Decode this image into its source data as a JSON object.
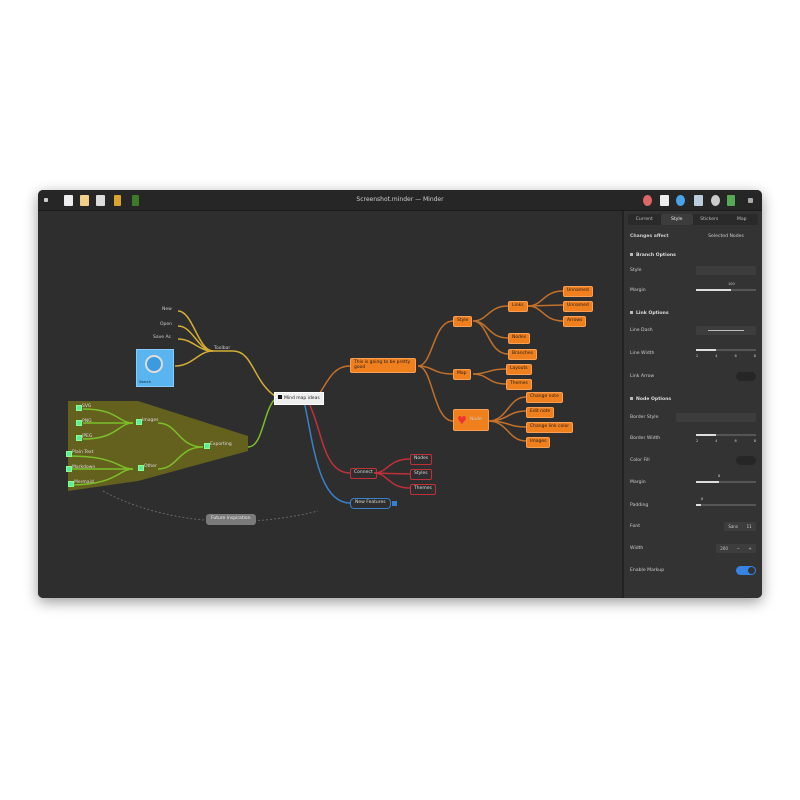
{
  "window": {
    "title": "Screenshot.minder — Minder"
  },
  "toolbar": {
    "icons": [
      "menu-icon",
      "new-file-icon",
      "open-folder-icon",
      "save-icon",
      "undo-icon",
      "redo-icon"
    ],
    "right_icons": [
      "record-icon",
      "stop-icon",
      "search-icon",
      "sidebar-icon",
      "settings-icon",
      "properties-icon",
      "fullscreen-icon"
    ]
  },
  "sidebar": {
    "tabs": [
      "Current",
      "Style",
      "Stickers",
      "Map"
    ],
    "active_tab": "Style",
    "changes_affect": "Changes affect",
    "changes_value": "Selected Nodes",
    "branch": {
      "title": "Branch Options",
      "style": "Style",
      "margin": "Margin",
      "margin_value": "100"
    },
    "link": {
      "title": "Link Options",
      "dash": "Line Dash",
      "width": "Line Width",
      "arrow": "Link Arrow",
      "ticks": [
        "2",
        "4",
        "6",
        "8"
      ]
    },
    "node": {
      "title": "Node Options",
      "border_style": "Border Style",
      "border_width": "Border Width",
      "ticks": [
        "2",
        "4",
        "6",
        "8"
      ],
      "color_fill": "Color Fill",
      "margin": "Margin",
      "margin_value": "8",
      "padding": "Padding",
      "padding_value": "8",
      "font": "Font",
      "font_value": "Sans",
      "font_size": "11",
      "width": "Width",
      "width_value": "200",
      "enable_markup": "Enable Markup"
    }
  },
  "map": {
    "root": "Mind map ideas",
    "toolbar": {
      "label": "Toolbar",
      "children": [
        "New",
        "Open",
        "Save As"
      ],
      "image_caption": "Search"
    },
    "exporting": {
      "label": "Exporting",
      "images": {
        "label": "Images",
        "children": [
          "SVG",
          "PNG",
          "JPEG"
        ]
      },
      "other": {
        "label": "Other",
        "children": [
          "Plain Text",
          "Markdown",
          "Mermaid"
        ]
      }
    },
    "orange": {
      "label": "This is going to be pretty good",
      "style": "Style",
      "links": "Links",
      "link_children": [
        "Unnamed",
        "Unnamed",
        "Arrows"
      ],
      "nodes": "Nodes",
      "branches": "Branches",
      "map": "Map",
      "layouts": "Layouts",
      "themes": "Themes",
      "node": "Node",
      "node_children": [
        "Change note",
        "Edit note",
        "Change link color",
        "Images"
      ]
    },
    "connect": {
      "label": "Connect",
      "children": [
        "Nodes",
        "Styles",
        "Themes"
      ]
    },
    "new_features": "New Features",
    "future": "Future inspiration"
  }
}
